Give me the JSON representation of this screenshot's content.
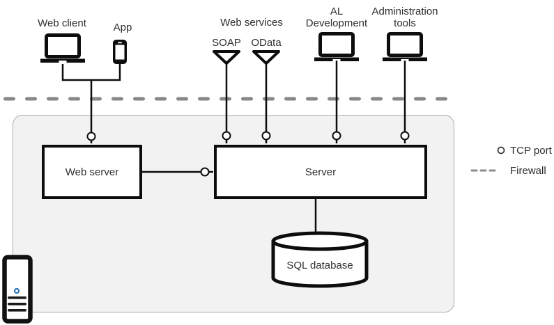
{
  "labels": {
    "web_client": "Web client",
    "app": "App",
    "web_services": "Web services",
    "soap": "SOAP",
    "odata": "OData",
    "al_development": [
      "AL",
      "Development"
    ],
    "administration_tools": [
      "Administration",
      "tools"
    ],
    "web_server": "Web server",
    "server": "Server",
    "sql_database": "SQL database"
  },
  "legend": {
    "tcp_port": "TCP port",
    "firewall": "Firewall"
  },
  "icons": {
    "web_client": "laptop-icon",
    "app": "smartphone-icon",
    "soap": "funnel-icon",
    "odata": "funnel-icon",
    "al_development": "laptop-icon",
    "administration_tools": "laptop-icon",
    "sql_database": "database-cylinder-icon",
    "on_premises_machine": "server-tower-icon",
    "tcp_port": "port-circle-icon",
    "firewall": "dashed-line-icon"
  },
  "colors": {
    "line": "#0d0d0d",
    "firewall_dash": "#878787",
    "container_fill": "#f2f2f2",
    "container_border": "#ababab",
    "text": "#2e2e2e",
    "tower_accent_blue": "#2e74b5",
    "background": "#ffffff"
  }
}
